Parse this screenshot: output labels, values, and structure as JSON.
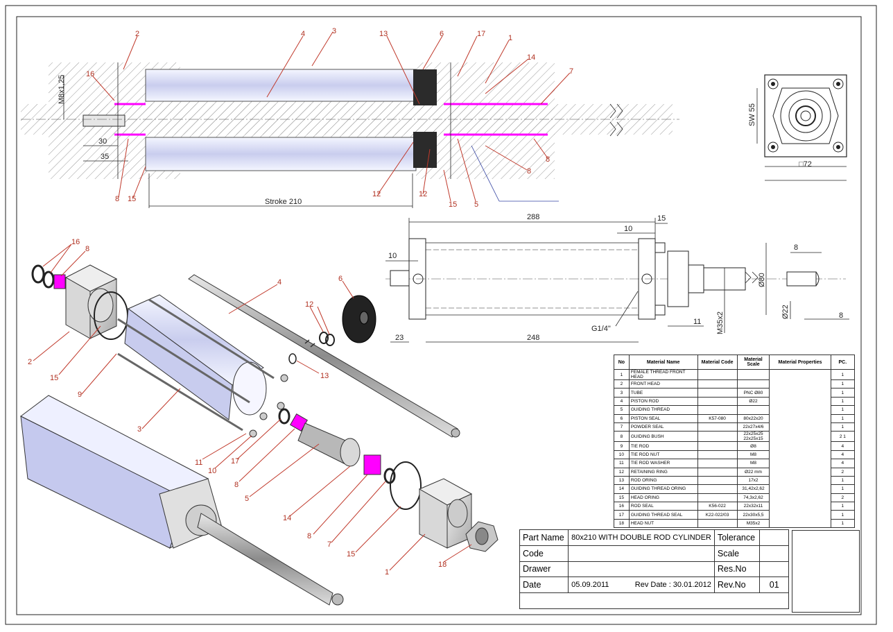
{
  "colors": {
    "lines": "#222222",
    "leaders": "#c0392b",
    "seal": "#ff00ff",
    "hatch": "#888888"
  },
  "section_view": {
    "dims": {
      "thread": "M8x1,25",
      "d30": "30",
      "d35": "35",
      "stroke": "Stroke 210"
    },
    "callouts": [
      "2",
      "4",
      "3",
      "13",
      "6",
      "17",
      "1",
      "14",
      "7",
      "16",
      "8",
      "15",
      "12",
      "12",
      "15",
      "5",
      "8",
      "8"
    ]
  },
  "end_view": {
    "sw": "SW 55",
    "square": "□72"
  },
  "side_view": {
    "dims": {
      "overall": "288",
      "d10a": "10",
      "d15": "15",
      "d10b": "10",
      "port": "G1/4\"",
      "d23": "23",
      "d248": "248",
      "d11": "11",
      "m35": "M35x2",
      "dia80": "Ø80",
      "d8a": "8",
      "dia22": "Ø22",
      "d8b": "8"
    }
  },
  "exploded_view": {
    "callouts": [
      "16",
      "8",
      "2",
      "15",
      "4",
      "12",
      "6",
      "13",
      "9",
      "3",
      "11",
      "10",
      "17",
      "8",
      "5",
      "14",
      "8",
      "7",
      "15",
      "1",
      "18"
    ]
  },
  "bom": {
    "headers": {
      "no": "No",
      "name": "Material Name",
      "code": "Material Code",
      "scale": "Material Scale",
      "props": "Material Properties",
      "pc": "PC."
    },
    "rows": [
      {
        "no": "1",
        "name": "FEMALE THREAD FRONT HEAD",
        "code": "",
        "scale": "",
        "pc": "1"
      },
      {
        "no": "2",
        "name": "FRONT HEAD",
        "code": "",
        "scale": "",
        "pc": "1"
      },
      {
        "no": "3",
        "name": "TUBE",
        "code": "",
        "scale": "PNC Ø80",
        "pc": "1"
      },
      {
        "no": "4",
        "name": "PISTON ROD",
        "code": "",
        "scale": "Ø22",
        "pc": "1"
      },
      {
        "no": "5",
        "name": "GUIDING THREAD",
        "code": "",
        "scale": "",
        "pc": "1"
      },
      {
        "no": "6",
        "name": "PISTON SEAL",
        "code": "K57-080",
        "scale": "80x22x20",
        "pc": "1"
      },
      {
        "no": "7",
        "name": "POWDER SEAL",
        "code": "",
        "scale": "22x27x4/6",
        "pc": "1"
      },
      {
        "no": "8",
        "name": "GUIDING BUSH",
        "code": "",
        "scale": "22x25x25 22x25x15",
        "pc": "2 1"
      },
      {
        "no": "9",
        "name": "TIE ROD",
        "code": "",
        "scale": "Ø8",
        "pc": "4"
      },
      {
        "no": "10",
        "name": "TIE ROD NUT",
        "code": "",
        "scale": "M8",
        "pc": "4"
      },
      {
        "no": "11",
        "name": "TIE ROD WASHER",
        "code": "",
        "scale": "M8",
        "pc": "4"
      },
      {
        "no": "12",
        "name": "RETAINING RING",
        "code": "",
        "scale": "Ø22 mm",
        "pc": "2"
      },
      {
        "no": "13",
        "name": "ROD ORING",
        "code": "",
        "scale": "17x2",
        "pc": "1"
      },
      {
        "no": "14",
        "name": "GUIDING THREAD ORING",
        "code": "",
        "scale": "31,42x2,62",
        "pc": "1"
      },
      {
        "no": "15",
        "name": "HEAD ORING",
        "code": "",
        "scale": "74,3x2,62",
        "pc": "2"
      },
      {
        "no": "16",
        "name": "ROD SEAL",
        "code": "K56-022",
        "scale": "22x32x11",
        "pc": "1"
      },
      {
        "no": "17",
        "name": "GUIDING THREAD SEAL",
        "code": "K22-022/03",
        "scale": "22x30x5,5",
        "pc": "1"
      },
      {
        "no": "18",
        "name": "HEAD NUT",
        "code": "",
        "scale": "M35x2",
        "pc": "1"
      }
    ]
  },
  "title_block": {
    "part_name_label": "Part Name",
    "part_name": "80x210 WITH DOUBLE ROD CYLINDER",
    "tolerance_label": "Tolerance",
    "code_label": "Code",
    "scale_label": "Scale",
    "drawer_label": "Drawer",
    "resno_label": "Res.No",
    "date_label": "Date",
    "date": "05.09.2011",
    "rev_date": "Rev Date : 30.01.2012",
    "revno_label": "Rev.No",
    "revno": "01"
  }
}
